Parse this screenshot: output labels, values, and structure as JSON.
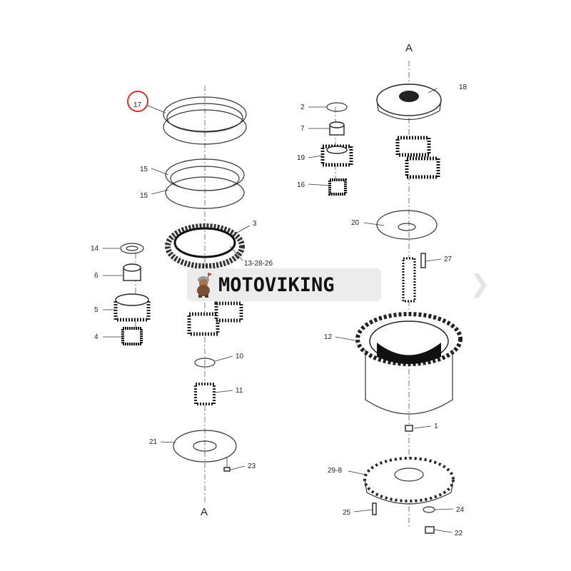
{
  "diagram": {
    "section_markers": {
      "top": "A",
      "bottom": "A"
    },
    "highlight_color": "#d9302a",
    "highlighted_part": "17",
    "left_stack_labels": [
      "17",
      "15",
      "15",
      "3",
      "13-28-26",
      "14",
      "6",
      "5",
      "4",
      "10",
      "11",
      "21",
      "23"
    ],
    "right_stack_labels": [
      "18",
      "2",
      "7",
      "19",
      "16",
      "20",
      "27",
      "12",
      "1",
      "29-8",
      "24",
      "25",
      "22"
    ]
  },
  "watermark": {
    "brand": "MOTOVIKING"
  }
}
